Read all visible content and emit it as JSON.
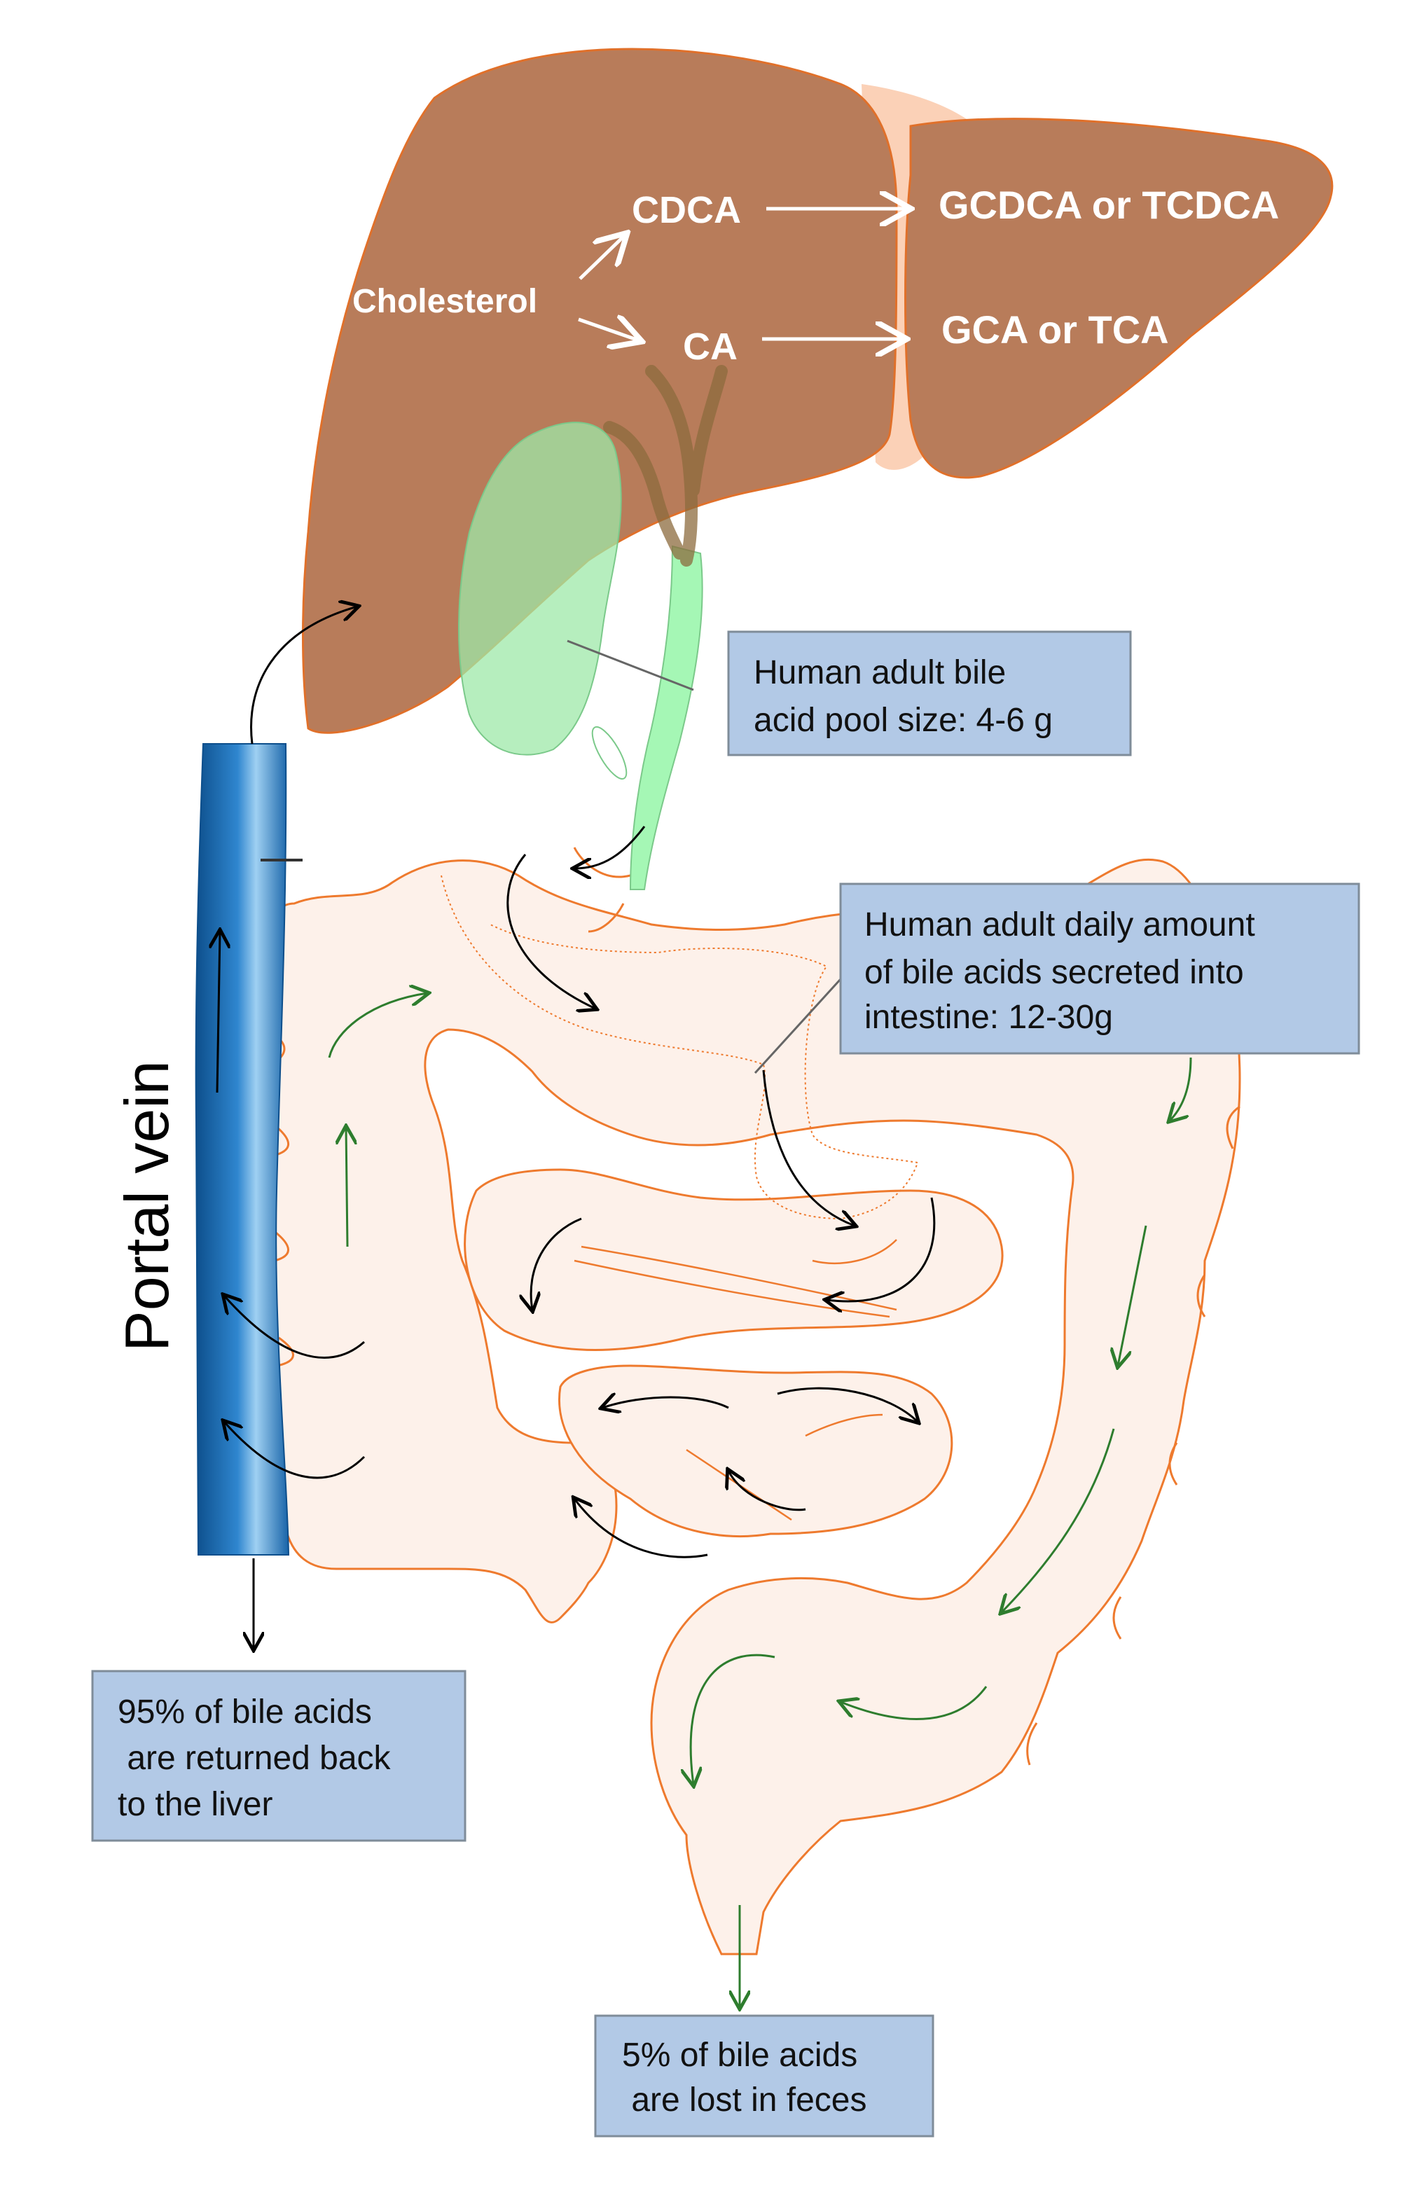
{
  "liver": {
    "cholesterol": "Cholesterol",
    "cdca": "CDCA",
    "ca": "CA",
    "gcdca": "GCDCA or TCDCA",
    "gca": "GCA or TCA"
  },
  "boxes": {
    "pool_line1": "Human adult bile",
    "pool_line2": "acid pool size: 4-6 g",
    "daily_line1": "Human adult daily amount",
    "daily_line2": "of bile acids secreted into",
    "daily_line3": "intestine: 12-30g",
    "returned_line1": "95% of bile acids",
    "returned_line2": " are returned back",
    "returned_line3": "to the liver",
    "lost_line1": "5% of bile acids",
    "lost_line2": " are lost in feces"
  },
  "portal_vein": {
    "label": "Portal vein"
  },
  "colors": {
    "liver": "#B87C5A",
    "liver_outline": "#E0702A",
    "ligament": "#FBD1B7",
    "gallbladder": "#A5F7B5",
    "intestine_fill": "#FDF1EA",
    "intestine_outline": "#EE7A2E",
    "vein": "#1E6FB5",
    "box_fill": "#B2C9E6",
    "box_border": "#7F8C99",
    "green_arrow": "#2E7D2E"
  }
}
